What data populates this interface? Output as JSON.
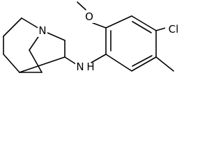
{
  "molecule": {
    "atom_labels": {
      "quinuclidine_n": "N",
      "amine_nh": "N",
      "amine_h": "H",
      "methoxy_o": "O",
      "chloro": "Cl"
    }
  }
}
